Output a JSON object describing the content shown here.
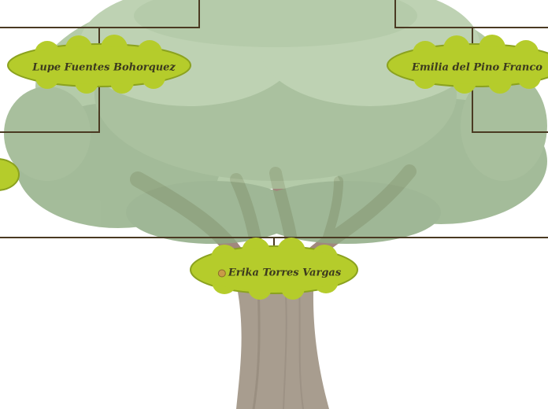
{
  "tree": {
    "root": {
      "name": "Erika Torres Vargas"
    },
    "ancestors": [
      {
        "name": "Lupe Fuentes Bohorquez"
      },
      {
        "name": "Emilia del Pino Franco"
      }
    ]
  },
  "colors": {
    "node_fill": "#b5cc2b",
    "node_stroke": "#8ba21f",
    "connector": "#4a3a22",
    "foliage": "#94b088",
    "trunk": "#9c8f7e"
  }
}
